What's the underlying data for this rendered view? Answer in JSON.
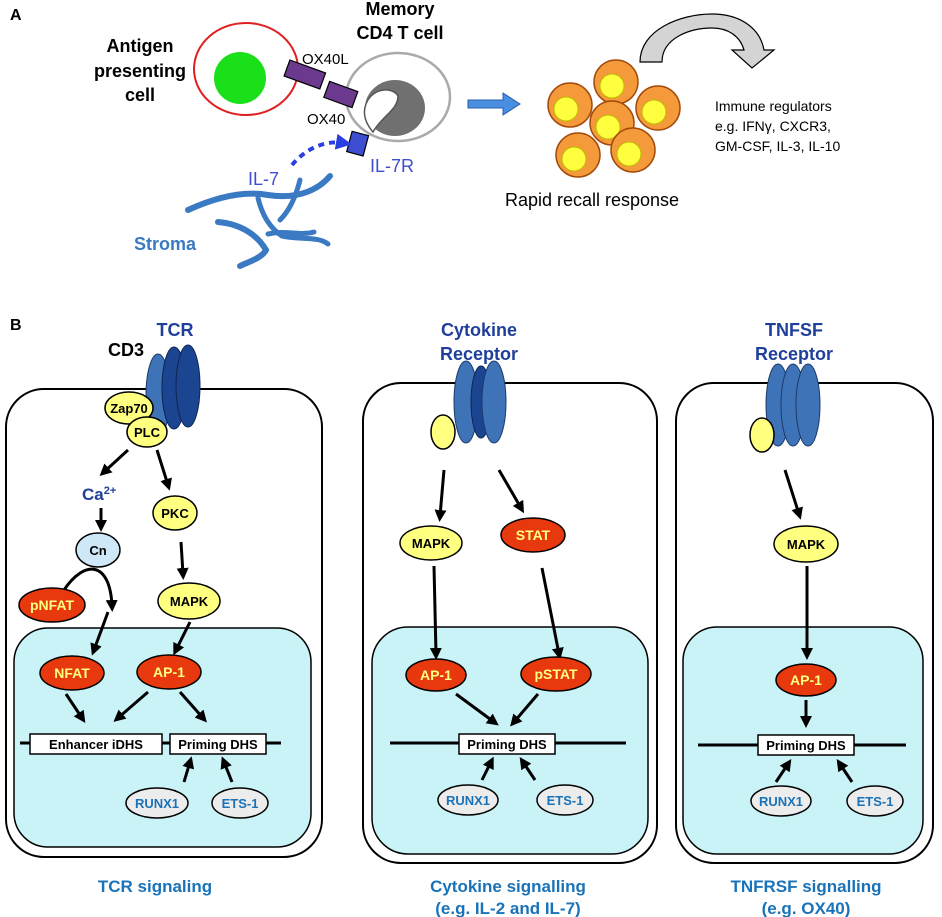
{
  "panel_a": {
    "label": "A",
    "apc_label": [
      "Antigen",
      "presenting",
      "cell"
    ],
    "memory_label": [
      "Memory",
      "CD4 T cell"
    ],
    "ox40l": "OX40L",
    "ox40": "OX40",
    "il7": "IL-7",
    "il7r": "IL-7R",
    "stroma": "Stroma",
    "recall": "Rapid recall response",
    "regulators": [
      "Immune regulators",
      "e.g. IFNγ, CXCR3,",
      "GM-CSF, IL-3, IL-10"
    ]
  },
  "panel_b": {
    "label": "B",
    "tcr_panel": {
      "cd3": "CD3",
      "tcr": "TCR",
      "zap70": "Zap70",
      "plc": "PLC",
      "ca": "Ca",
      "ca_sup": "2+",
      "pkc": "PKC",
      "cn": "Cn",
      "pnfat": "pNFAT",
      "mapk": "MAPK",
      "nfat": "NFAT",
      "ap1": "AP-1",
      "enhancer": "Enhancer iDHS",
      "priming": "Priming DHS",
      "runx1": "RUNX1",
      "ets1": "ETS-1",
      "caption": "TCR signaling"
    },
    "cytokine_panel": {
      "receptor": [
        "Cytokine",
        "Receptor"
      ],
      "mapk": "MAPK",
      "stat": "STAT",
      "ap1": "AP-1",
      "pstat": "pSTAT",
      "priming": "Priming DHS",
      "runx1": "RUNX1",
      "ets1": "ETS-1",
      "caption": [
        "Cytokine signalling",
        "(e.g. IL-2 and IL-7)"
      ]
    },
    "tnfsf_panel": {
      "receptor": [
        "TNFSF",
        "Receptor"
      ],
      "mapk": "MAPK",
      "ap1": "AP-1",
      "priming": "Priming DHS",
      "runx1": "RUNX1",
      "ets1": "ETS-1",
      "caption": [
        "TNFRSF signalling",
        "(e.g. OX40)"
      ]
    }
  },
  "colors": {
    "blue_text": "#1f3f9a",
    "caption_blue": "#1a73b8",
    "stroma_blue": "#3a7ac2",
    "cell_blue": "#3f73b8",
    "cell_dark_blue": "#1c4591",
    "yellow": "#ffff80",
    "red": "#e8380d",
    "orange": "#f59a3a",
    "nucleus": "#c9f3f7",
    "light_blue": "#cfe8f7",
    "grey": "#ececec",
    "purple": "#6b3a8f",
    "il7r_blue": "#3d4ed1",
    "green": "#19e019"
  }
}
